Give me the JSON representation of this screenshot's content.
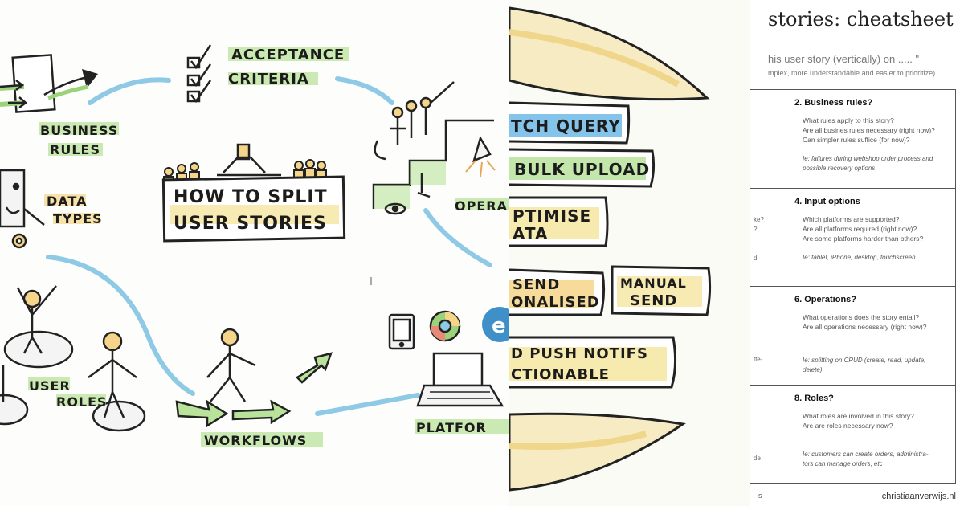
{
  "sketch": {
    "center_title_line1": "HOW TO SPLIT",
    "center_title_line2": "USER STORIES",
    "acceptance_line1": "ACCEPTANCE",
    "acceptance_line2": "CRITERIA",
    "business_line1": "BUSINESS",
    "business_line2": "RULES",
    "data_line1": "DATA",
    "data_line2": "TYPES",
    "user_line1": "USER",
    "user_line2": "ROLES",
    "workflows": "WORKFLOWS",
    "operations": "OPERA",
    "platforms": "PLATFOR"
  },
  "closeup": {
    "item1": "TCH QUERY",
    "item2": "BULK UPLOAD",
    "item3_line1": "PTIMISE",
    "item3_line2": "ATA",
    "item4_line1": "SEND",
    "item4_line2": "ONALISED",
    "item5_line1": "MANUAL",
    "item5_line2": "SEND",
    "item6_line1": "D PUSH NOTIFS",
    "item6_line2": "CTIONABLE"
  },
  "cheatsheet": {
    "title": "stories: cheatsheet",
    "subtitle1": "his user story (vertically) on ..... \"",
    "subtitle2": "mplex, more understandable and easier to prioritize)",
    "cells": [
      {
        "heading": "2. Business rules?",
        "questions": [
          "What rules apply to this story?",
          "Are all busines rules necessary (right now)?",
          "Can simpler rules suffice (for now)?"
        ],
        "example": [
          "Ie: failures during webshop order process and",
          "possible recovery options"
        ]
      },
      {
        "heading": "4. Input options",
        "questions": [
          "Which platforms are supported?",
          "Are all platforms required (right now)?",
          "Are some platforms harder than others?"
        ],
        "example": [
          "Ie: tablet, iPhone, desktop, touchscreen"
        ]
      },
      {
        "heading": "6. Operations?",
        "questions": [
          "What operations does the story entail?",
          "Are all operations necessary (right now)?"
        ],
        "example": [
          "Ie: splitting on CRUD (create, read, update,",
          "delete)"
        ]
      },
      {
        "heading": "8. Roles?",
        "questions": [
          "What roles are involved in this story?",
          "Are are roles necessary now?"
        ],
        "example": [
          "Ie: customers can create orders, administra-",
          "tors can manage orders, etc"
        ]
      }
    ],
    "left_fragments": [
      "ke?",
      "?",
      "d",
      "ffe-",
      "de",
      "s"
    ],
    "footer_left": "s",
    "footer_right": "christiaanverwijs.nl"
  }
}
